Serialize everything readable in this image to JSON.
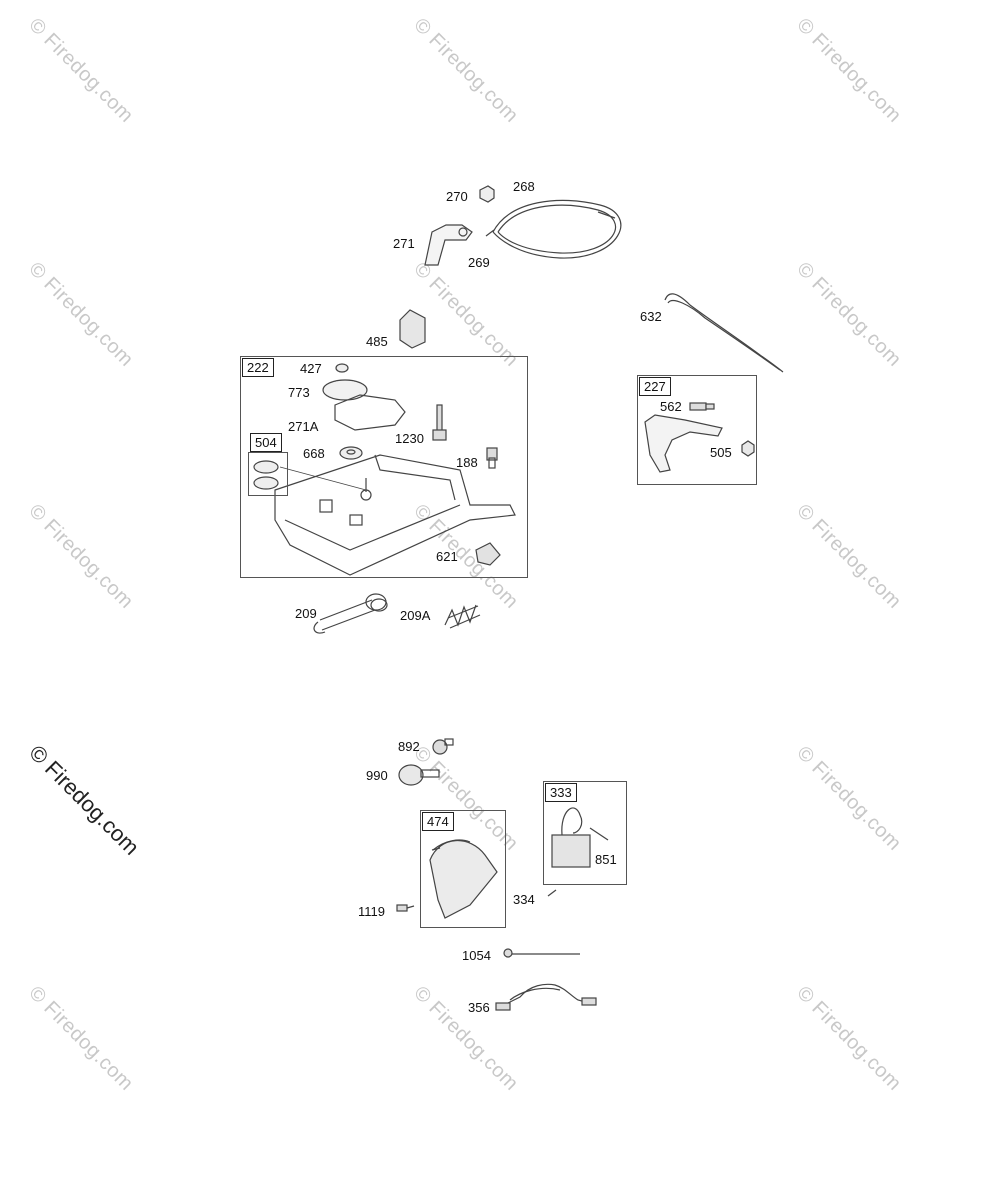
{
  "watermark": {
    "text": "© Firedog.com"
  },
  "callouts": {
    "p270": "270",
    "p268": "268",
    "p271": "271",
    "p269": "269",
    "p632": "632",
    "p485": "485",
    "p427": "427",
    "p773": "773",
    "p271A": "271A",
    "p1230": "1230",
    "p668": "668",
    "p188": "188",
    "p621": "621",
    "p209": "209",
    "p209A": "209A",
    "p562": "562",
    "p505": "505",
    "p892": "892",
    "p990": "990",
    "p1119": "1119",
    "p334": "334",
    "p851": "851",
    "p1054": "1054",
    "p356": "356"
  },
  "kits": {
    "k222": "222",
    "k504": "504",
    "k227": "227",
    "k474": "474",
    "k333": "333"
  },
  "colors": {
    "line": "#444444",
    "watermark": "#c8c8c8"
  }
}
